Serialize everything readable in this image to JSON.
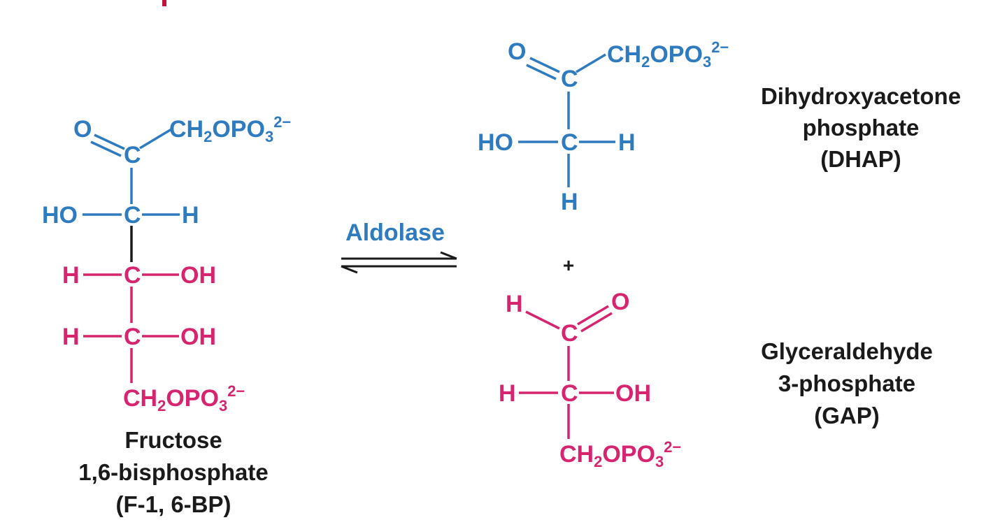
{
  "colors": {
    "blue": "#2e7bbf",
    "magenta": "#d6246f",
    "black": "#1a1a1a",
    "top_mark": "#c0143c"
  },
  "fructose": {
    "O": "O",
    "C1": "C",
    "CH2_top": {
      "a": "CH",
      "b": "2",
      "c": "OPO",
      "d": "3",
      "e": "2−"
    },
    "HO": "HO",
    "C2": "C",
    "H2": "H",
    "H3": "H",
    "C3": "C",
    "OH3": "OH",
    "H4": "H",
    "C4": "C",
    "OH4": "OH",
    "CH2_bottom": {
      "a": "CH",
      "b": "2",
      "c": "OPO",
      "d": "3",
      "e": "2−"
    },
    "name_line1": "Fructose",
    "name_line2": "1,6-bisphosphate",
    "name_line3": "(F-1, 6-BP)"
  },
  "reaction": {
    "enzyme": "Aldolase",
    "plus": "+"
  },
  "dhap": {
    "O": "O",
    "C1": "C",
    "CH2": {
      "a": "CH",
      "b": "2",
      "c": "OPO",
      "d": "3",
      "e": "2−"
    },
    "HO": "HO",
    "C2": "C",
    "H_right": "H",
    "H_bottom": "H",
    "name_line1": "Dihydroxyacetone",
    "name_line2": "phosphate",
    "name_line3": "(DHAP)"
  },
  "gap": {
    "H_top": "H",
    "O": "O",
    "C1": "C",
    "H_left": "H",
    "C2": "C",
    "OH": "OH",
    "CH2": {
      "a": "CH",
      "b": "2",
      "c": "OPO",
      "d": "3",
      "e": "2−"
    },
    "name_line1": "Glyceraldehyde",
    "name_line2": "3-phosphate",
    "name_line3": "(GAP)"
  }
}
